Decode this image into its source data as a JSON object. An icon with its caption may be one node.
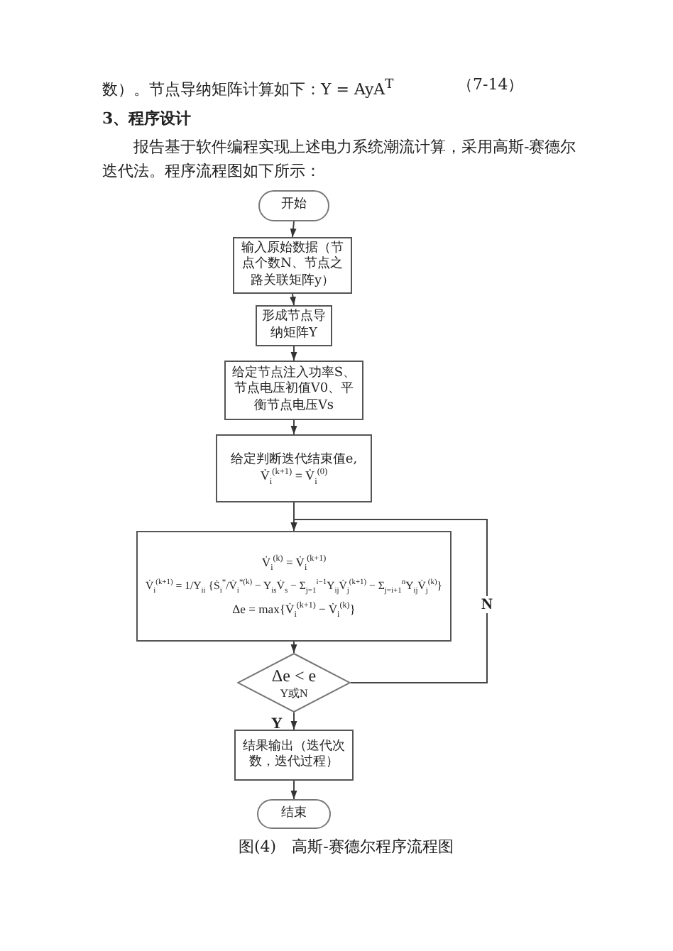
{
  "diagram": {
    "caption": "图(4)　高斯-赛德尔程序流程图",
    "nodes": [
      {
        "text": [
          "开始"
        ]
      },
      {
        "text": [
          "输入原始数据（节点个数N、节点之路关联矩阵y）"
        ]
      },
      {
        "text": [
          "形成节点导纳矩阵Y"
        ]
      },
      {
        "text": [
          "给定节点注入功率S、节点电压初值V0、平衡节点电压Vs"
        ]
      },
      {
        "text": [
          "给定判断迭代结束值e,",
          "V̇$_{i}$$^{(k+1)}$ = V̇$_{i}$$^{(0)}$"
        ]
      },
      {
        "text": [
          "V̇$_{i}$$^{(k)}$ = V̇$_{i}$$^{(k+1)}$",
          "V̇$_{i}$$^{(k+1)}$ = 1/Y$_{ii}$ {Ṡ$_{i}$$^{*}$/V̇$_{i}$$^{*(k)}$ − Y$_{is}$V̇$_{s}$ − Σ$_{j=1}$$^{i−1}$Y$_{ij}$V̇$_{j}$$^{(k+1)}$ − Σ$_{j=i+1}$$^{n}$Y$_{ij}$V̇$_{j}$$^{(k)}$}",
          "Δe = max{V̇$_{i}$$^{(k+1)}$ − V̇$_{i}$$^{(k)}$}"
        ]
      },
      {
        "text": [
          "Δe < e",
          "Y或N"
        ]
      },
      {
        "text": [
          "结果输出（迭代次数，迭代过程）"
        ]
      },
      {
        "text": [
          "结束"
        ]
      }
    ],
    "edges": [
      {
        "from": 0,
        "to": 1,
        "arrow": "to"
      },
      {
        "from": 1,
        "to": 2,
        "arrow": "to"
      },
      {
        "from": 2,
        "to": 3,
        "arrow": "to"
      },
      {
        "from": 3,
        "to": 4,
        "arrow": "to"
      },
      {
        "from": 4,
        "to": 5,
        "arrow": "to"
      },
      {
        "from": 5,
        "to": 6,
        "arrow": "to"
      },
      {
        "from": 6,
        "to": 7,
        "label": "Y",
        "arrow": "to"
      },
      {
        "from": 7,
        "to": 8,
        "arrow": "to"
      },
      {
        "from": 6,
        "to": 5,
        "label": "N",
        "arrow": "to"
      }
    ],
    "labels": [
      "数）。节点导纳矩阵计算如下：Y = AyA$^{T}$",
      "（7-14）",
      "3、程序设计",
      "报告基于软件编程实现上述电力系统潮流计算，采用高斯-赛德尔迭代法。程序流程图如下所示："
    ]
  }
}
